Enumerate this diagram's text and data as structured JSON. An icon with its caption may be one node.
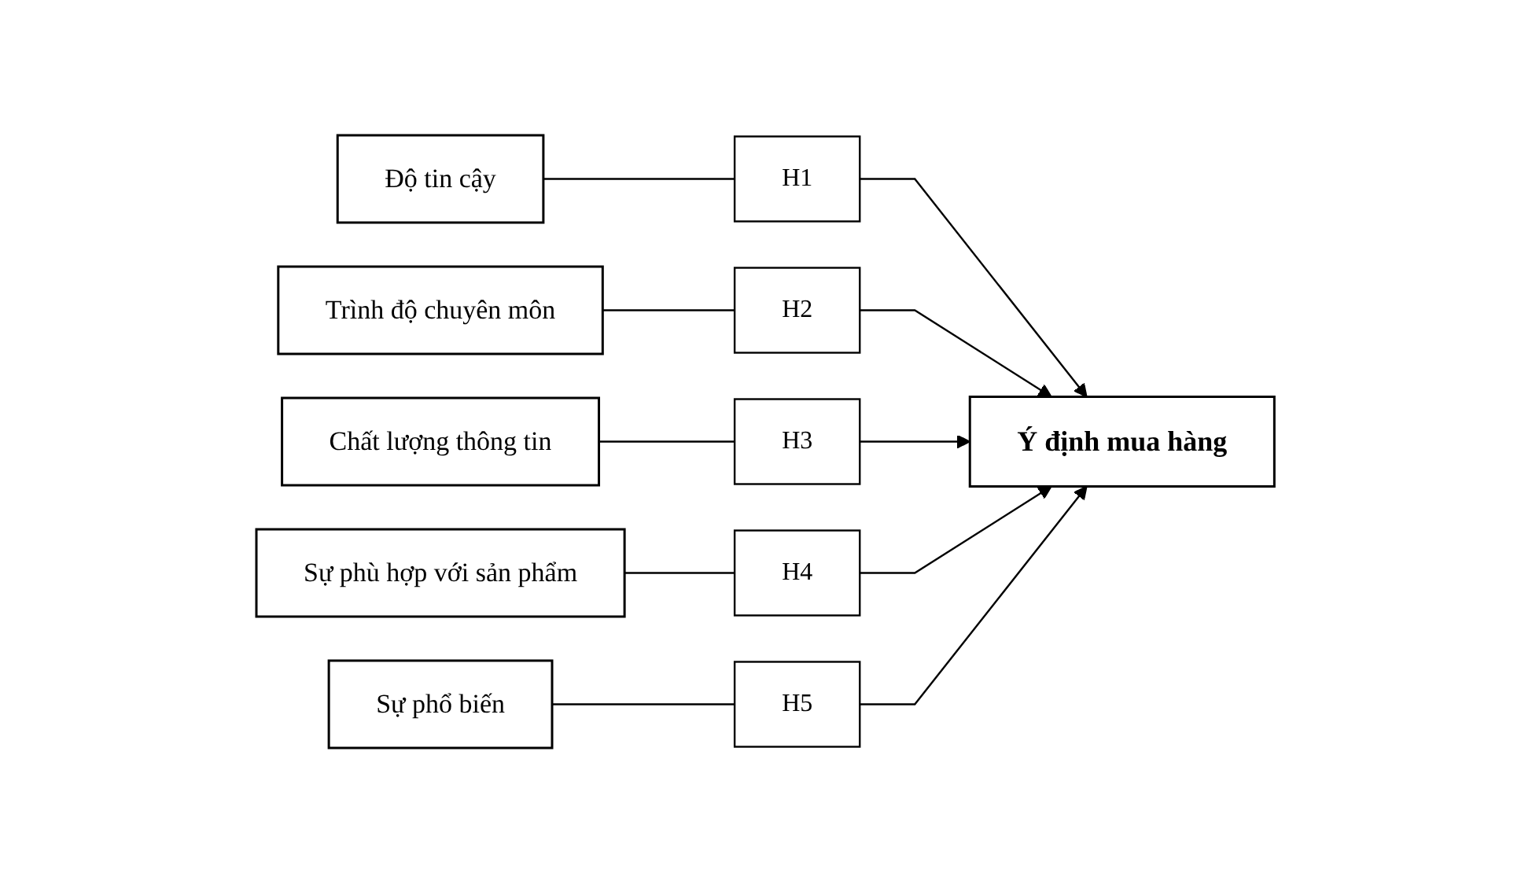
{
  "diagram": {
    "nodes": [
      {
        "text": [
          "Độ tin cậy"
        ]
      },
      {
        "text": [
          "Trình độ chuyên môn"
        ]
      },
      {
        "text": [
          "Chất lượng thông tin"
        ]
      },
      {
        "text": [
          "Sự phù hợp với sản phẩm"
        ]
      },
      {
        "text": [
          "Sự phổ biến"
        ]
      },
      {
        "text": [
          "H1"
        ]
      },
      {
        "text": [
          "H2"
        ]
      },
      {
        "text": [
          "H3"
        ]
      },
      {
        "text": [
          "H4"
        ]
      },
      {
        "text": [
          "H5"
        ]
      },
      {
        "text": [
          "Ý định mua hàng"
        ]
      }
    ],
    "edges": [
      {
        "from": 0,
        "to": 5,
        "arrow": "none"
      },
      {
        "from": 1,
        "to": 6,
        "arrow": "none"
      },
      {
        "from": 2,
        "to": 7,
        "arrow": "none"
      },
      {
        "from": 3,
        "to": 8,
        "arrow": "none"
      },
      {
        "from": 4,
        "to": 9,
        "arrow": "none"
      },
      {
        "from": 5,
        "to": 10,
        "arrow": "to"
      },
      {
        "from": 6,
        "to": 10,
        "arrow": "to"
      },
      {
        "from": 7,
        "to": 10,
        "arrow": "to"
      },
      {
        "from": 8,
        "to": 10,
        "arrow": "to"
      },
      {
        "from": 9,
        "to": 10,
        "arrow": "to"
      }
    ]
  }
}
